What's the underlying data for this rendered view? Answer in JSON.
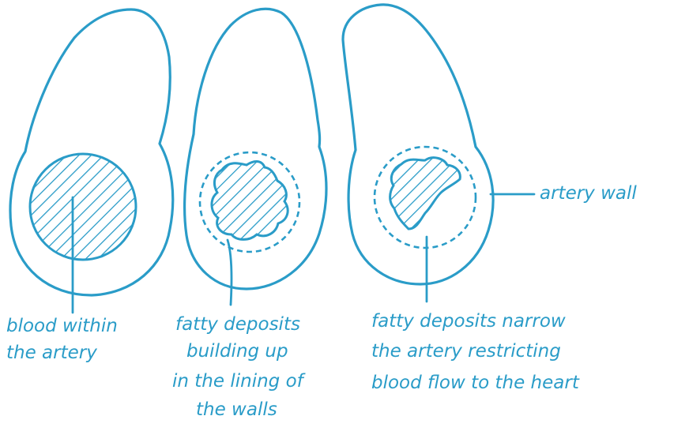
{
  "colors": {
    "ink": "#2a9cc8",
    "background": "#ffffff"
  },
  "labels": {
    "blood": [
      "blood within",
      "the artery"
    ],
    "fatty_build": [
      "fatty deposits",
      "building up",
      "in the lining of",
      "the walls"
    ],
    "fatty_narrow": [
      "fatty deposits narrow",
      "the artery restricting",
      "blood flow to the heart"
    ],
    "artery_wall": "artery wall"
  }
}
